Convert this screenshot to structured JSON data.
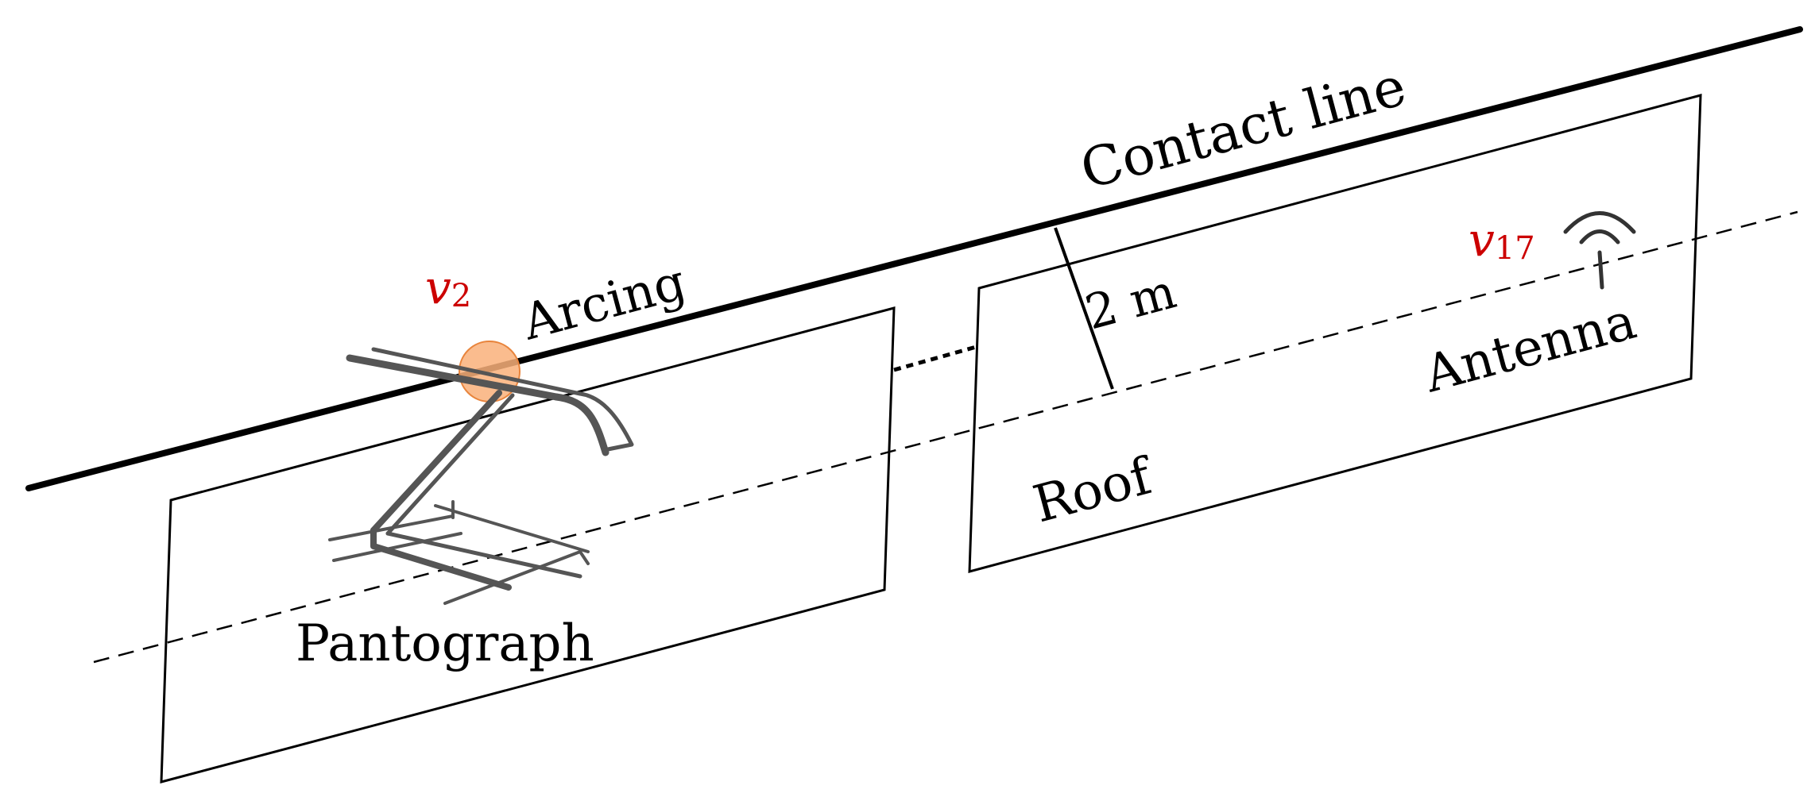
{
  "labels": {
    "contact_line": "Contact line",
    "arcing": "Arcing",
    "pantograph": "Pantograph",
    "roof": "Roof",
    "antenna": "Antenna",
    "distance": "2 m"
  },
  "markers": {
    "arc_source": {
      "symbol": "v",
      "subscript": "2"
    },
    "antenna_sensor": {
      "symbol": "v",
      "subscript": "17"
    }
  },
  "colors": {
    "line": "#000000",
    "marker_text": "#cc0000",
    "arc_fill": "#f9b07a",
    "arc_stroke": "#e8843c",
    "pantograph": "#555555"
  },
  "icons": {
    "antenna": "antenna-signal-icon",
    "arc": "arc-spot-icon"
  }
}
